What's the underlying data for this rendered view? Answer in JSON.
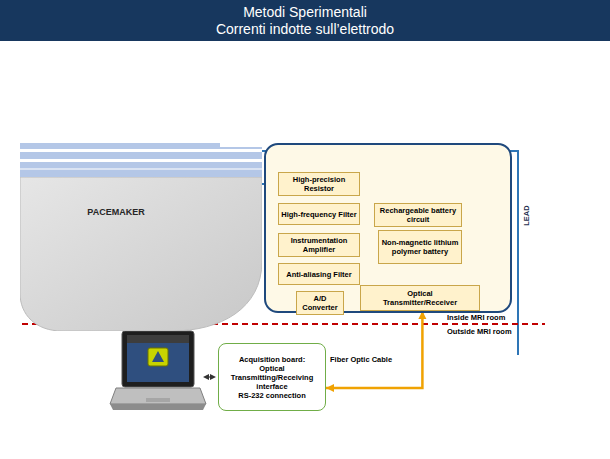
{
  "diagram": {
    "title": "Metodi Sperimentali",
    "nodes": [
      {
        "text": [
          "PACEMAKER"
        ]
      },
      {
        "text": []
      },
      {
        "text": [
          "High-precision Resistor"
        ],
        "in": 1
      },
      {
        "text": [
          "High-frequency Filter"
        ],
        "in": 1
      },
      {
        "text": [
          "Rechargeable battery circuit"
        ],
        "in": 1
      },
      {
        "text": [
          "Instrumentation Amplifier"
        ],
        "in": 1
      },
      {
        "text": [
          "Non-magnetic lithium polymer battery"
        ],
        "in": 1
      },
      {
        "text": [
          "Anti-aliasing Filter"
        ],
        "in": 1
      },
      {
        "text": [
          "A/D Converter"
        ],
        "in": 1
      },
      {
        "text": [
          "Optical Transmitter/Receiver"
        ],
        "in": 1
      },
      {
        "text": [
          "Acquisition board:",
          "Optical Transmitting/Receiving interface",
          "RS-232 connection"
        ]
      }
    ],
    "edges": [
      {
        "from": 0,
        "to": 2,
        "arrow": "none"
      },
      {
        "from": 2,
        "to": 3,
        "arrow": "to"
      },
      {
        "from": 3,
        "to": 5,
        "arrow": "to"
      },
      {
        "from": 5,
        "to": 7,
        "arrow": "to"
      },
      {
        "from": 7,
        "to": 8,
        "arrow": "to"
      },
      {
        "from": 8,
        "to": 9,
        "arrow": "to"
      },
      {
        "from": 4,
        "to": 6,
        "arrow": "to"
      },
      {
        "from": 6,
        "to": 8,
        "arrow": "to"
      },
      {
        "from": 6,
        "to": 9,
        "arrow": "to"
      },
      {
        "from": 9,
        "to": 10,
        "arrow": "both",
        "label": "Fiber Optic Cable"
      }
    ],
    "labels": [
      "Correnti indotte sull’elettrodo",
      "LEAD",
      "Inside MRI room",
      "Outside MRI room"
    ]
  }
}
